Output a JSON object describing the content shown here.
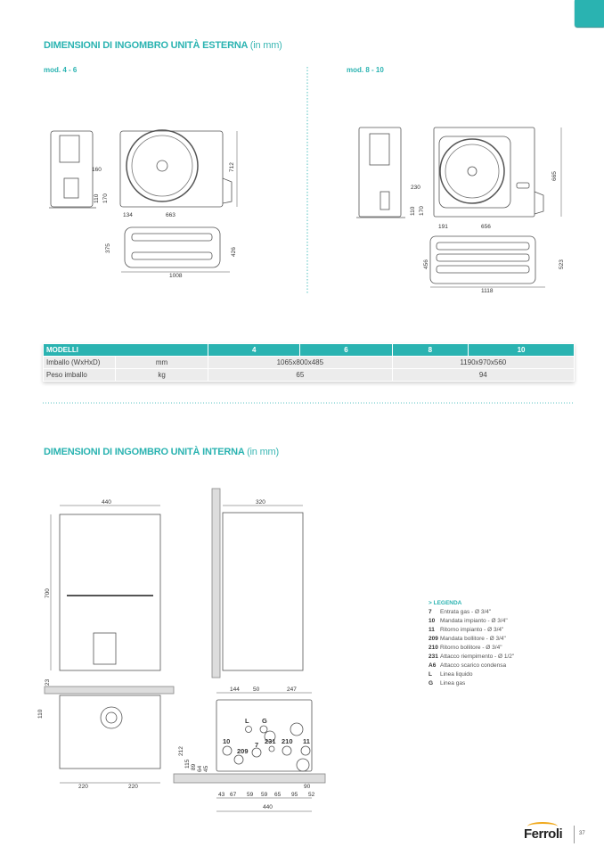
{
  "section_external": {
    "title": "DIMENSIONI DI INGOMBRO UNITÀ ESTERNA",
    "unit": "(in mm)"
  },
  "mod_left": "mod. 4 - 6",
  "mod_right": "mod. 8 - 10",
  "dims_ext_left": [
    "160",
    "110",
    "170",
    "712",
    "134",
    "663",
    "375",
    "426",
    "1008"
  ],
  "dims_ext_right": [
    "230",
    "110",
    "170",
    "665",
    "191",
    "656",
    "456",
    "523",
    "1118"
  ],
  "table": {
    "header": [
      "MODELLI",
      "4",
      "6",
      "8",
      "10"
    ],
    "rows": [
      {
        "label": "Imballo (WxHxD)",
        "unit": "mm",
        "v46": "1065x800x485",
        "v810": "1190x970x560"
      },
      {
        "label": "Peso imballo",
        "unit": "kg",
        "v46": "65",
        "v810": "94"
      }
    ]
  },
  "section_internal": {
    "title": "DIMENSIONI DI INGOMBRO UNITÀ INTERNA",
    "unit": "(in mm)"
  },
  "dims_int_front": [
    "440",
    "700",
    "23",
    "110",
    "220",
    "220"
  ],
  "dims_int_side": [
    "320"
  ],
  "dims_int_bottom": {
    "top": [
      "144",
      "50",
      "247"
    ],
    "connections": [
      "L",
      "G",
      "10",
      "7",
      "231",
      "210",
      "11",
      "209"
    ],
    "left": [
      "212",
      "115",
      "89",
      "64",
      "45"
    ],
    "bottom": [
      "43",
      "67",
      "59",
      "59",
      "65",
      "95",
      "52"
    ],
    "extra": "90",
    "total": "440"
  },
  "legend": {
    "heading": "> LEGENDA",
    "items": [
      {
        "k": "7",
        "v": "Entrata gas - Ø 3/4\""
      },
      {
        "k": "10",
        "v": "Mandata impianto - Ø 3/4\""
      },
      {
        "k": "11",
        "v": "Ritorno impianto - Ø 3/4\""
      },
      {
        "k": "209",
        "v": "Mandata bollitore - Ø 3/4\""
      },
      {
        "k": "210",
        "v": "Ritorno bollitore - Ø 3/4\""
      },
      {
        "k": "231",
        "v": "Attacco riempimento - Ø 1/2\""
      },
      {
        "k": "A6",
        "v": "Attacco scarico condensa"
      },
      {
        "k": "L",
        "v": "Linea liquido"
      },
      {
        "k": "G",
        "v": "Linea gas"
      }
    ]
  },
  "brand": "Ferroli",
  "page_number": "37",
  "colors": {
    "accent": "#2ab3b1",
    "logo_arc": "#f0a81a"
  }
}
